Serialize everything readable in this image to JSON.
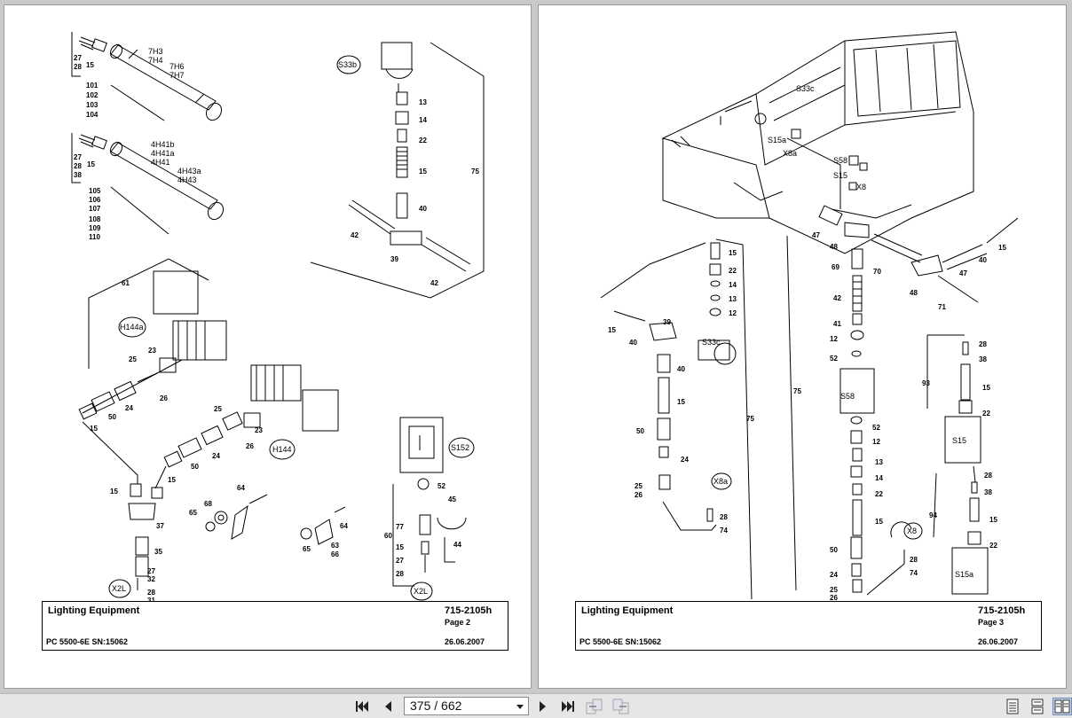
{
  "pages": [
    {
      "title": "Lighting Equipment",
      "model": "PC 5500-6E SN:15062",
      "code": "715-2105h",
      "page_label": "Page 2",
      "date": "26.06.2007",
      "callouts": {
        "top_group_1": [
          "27",
          "28",
          "15",
          "101",
          "102",
          "103",
          "104"
        ],
        "top_group_1_codes": [
          "7H3",
          "7H4",
          "7H6",
          "7H7"
        ],
        "top_group_2": [
          "27",
          "28",
          "38",
          "15",
          "105",
          "106",
          "107",
          "108",
          "109",
          "110"
        ],
        "top_group_2_codes": [
          "4H41b",
          "4H41a",
          "4H41",
          "4H43a",
          "4H43"
        ],
        "s33b_stack": [
          "13",
          "14",
          "22",
          "15",
          "40",
          "42",
          "39",
          "42",
          "75"
        ],
        "lamp_assembly": [
          "61",
          "23",
          "25",
          "26",
          "24",
          "50",
          "15",
          "25",
          "23",
          "26",
          "24",
          "50",
          "15",
          "15",
          "37",
          "35",
          "27",
          "32",
          "28",
          "31"
        ],
        "brackets": [
          "68",
          "65",
          "64",
          "64",
          "65",
          "63",
          "66"
        ],
        "s152_group": [
          "52",
          "45",
          "77",
          "15",
          "27",
          "28",
          "44",
          "60"
        ],
        "bubbles": [
          "S33b",
          "H144a",
          "H144",
          "S152",
          "X2L",
          "X2L"
        ]
      }
    },
    {
      "title": "Lighting Equipment",
      "model": "PC 5500-6E SN:15062",
      "code": "715-2105h",
      "page_label": "Page 3",
      "date": "26.06.2007",
      "callouts": {
        "cab_labels": [
          "S33c",
          "S15a",
          "X8a",
          "S58",
          "S15",
          "X8"
        ],
        "left_stack": [
          "15",
          "22",
          "14",
          "13",
          "12",
          "39",
          "15",
          "40",
          "40",
          "15",
          "50",
          "24",
          "25",
          "26",
          "28",
          "74",
          "75"
        ],
        "center_stack": [
          "47",
          "48",
          "69",
          "42",
          "41",
          "12",
          "52",
          "52",
          "12",
          "13",
          "14",
          "22",
          "15",
          "50",
          "24",
          "25",
          "26",
          "28",
          "74",
          "75",
          "70",
          "48",
          "47",
          "40",
          "15",
          "71"
        ],
        "right_stack": [
          "28",
          "38",
          "15",
          "22",
          "93",
          "28",
          "38",
          "15",
          "22",
          "94"
        ],
        "bubbles": [
          "S33c",
          "X8a",
          "X8",
          "S58",
          "S15",
          "S15a"
        ]
      }
    }
  ],
  "toolbar": {
    "page_indicator": "375 / 662",
    "icons": [
      "first-page-icon",
      "prev-page-icon",
      "next-page-icon",
      "last-page-icon",
      "go-back-view-icon",
      "go-forward-view-icon",
      "single-page-icon",
      "continuous-page-icon",
      "facing-pages-icon"
    ]
  }
}
